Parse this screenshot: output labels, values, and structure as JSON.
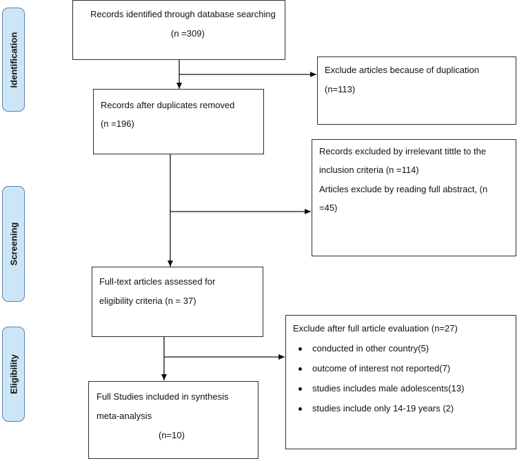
{
  "phases": {
    "identification": "Identification",
    "screening": "Screening",
    "eligibility": "Eligibility"
  },
  "boxes": {
    "identified": {
      "line1": "Records identified through database searching",
      "line2": "(n =309)"
    },
    "excluded_duplication": {
      "line1": "Exclude articles because of duplication",
      "line2": "(n=113)"
    },
    "after_duplicates": {
      "line1": "Records after duplicates removed",
      "line2": " (n =196)"
    },
    "excluded_screening": {
      "line1": "Records excluded by irrelevant tittle to the",
      "line2": "inclusion criteria (n =114)",
      "line3": "Articles exclude by reading full abstract, (n",
      "line4": "=45)"
    },
    "fulltext_assessed": {
      "line1": "Full-text articles assessed for",
      "line2": "eligibility criteria (n = 37)"
    },
    "excluded_fulltext": {
      "title": "Exclude after full article evaluation (n=27)",
      "items": [
        "conducted in other country(5)",
        "outcome of interest not reported(7)",
        "studies includes  male adolescents(13)",
        "studies include only 14-19 years  (2)"
      ]
    },
    "included": {
      "line1": "Full Studies included in synthesis",
      "line2": "meta-analysis",
      "line3": "(n=10)"
    }
  }
}
